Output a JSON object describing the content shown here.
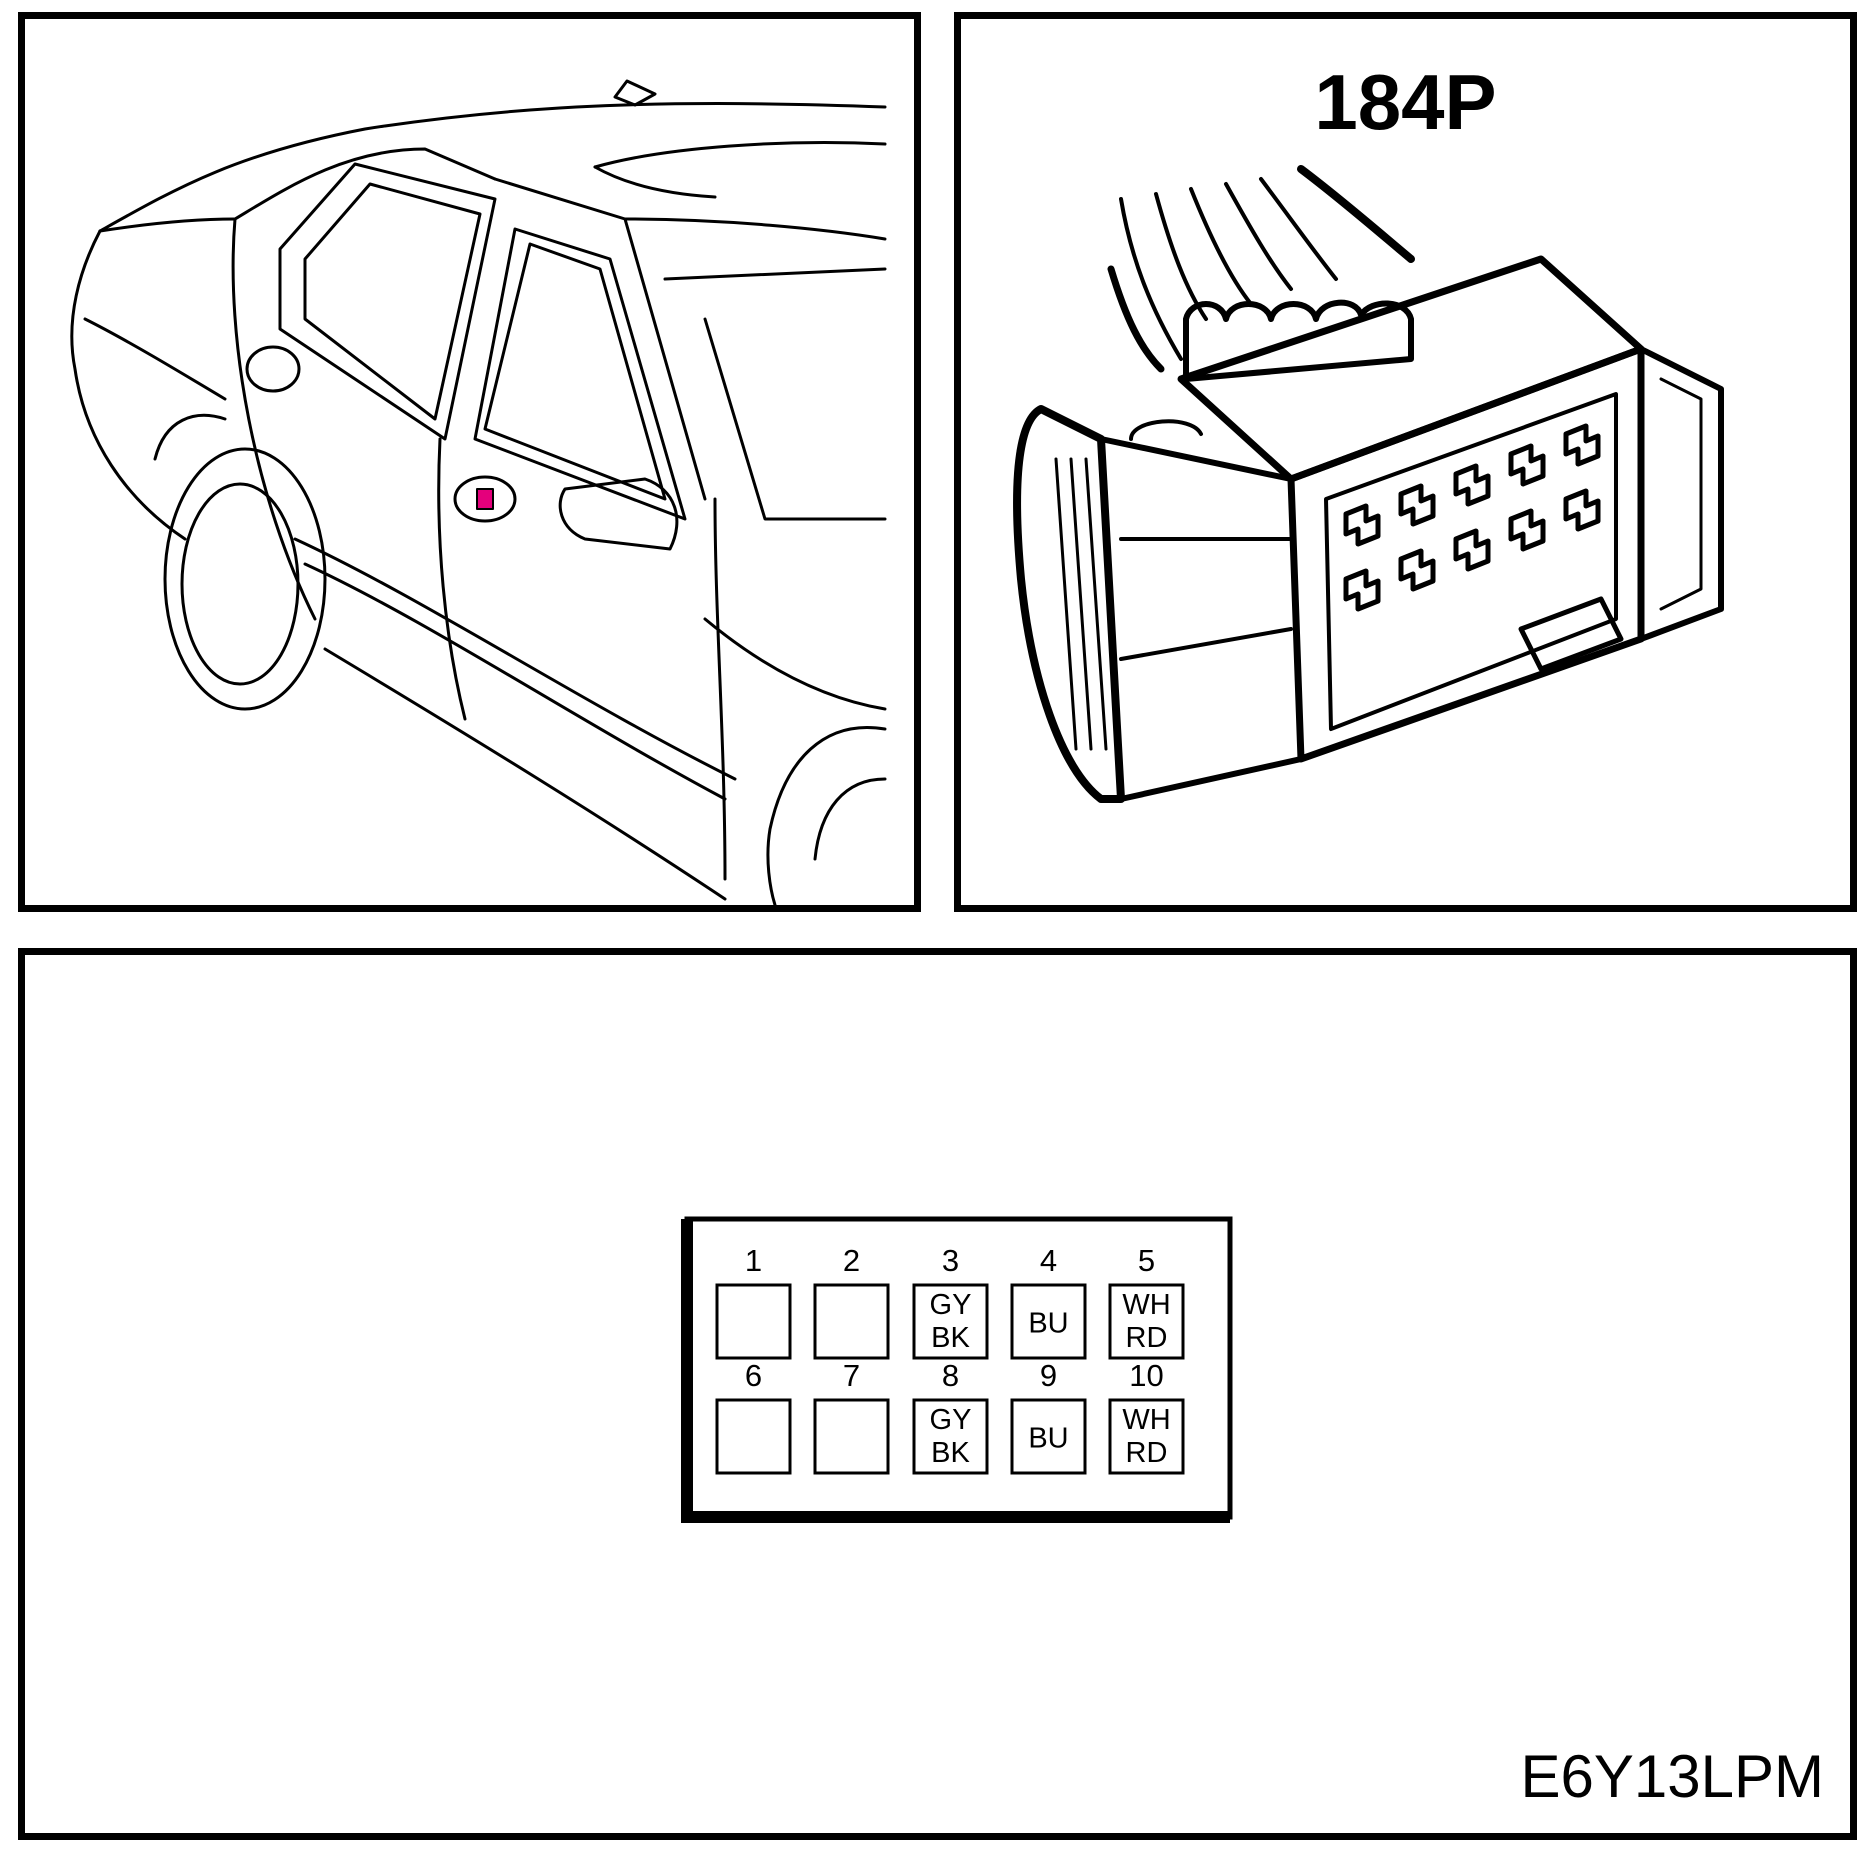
{
  "connector": {
    "title": "184P"
  },
  "diagram_id": "E6Y13LPM",
  "colors": {
    "line": "#000000",
    "highlight": "#e4007c",
    "background": "#ffffff"
  },
  "pins": [
    {
      "num": "1",
      "wire": [
        "",
        ""
      ]
    },
    {
      "num": "2",
      "wire": [
        "",
        ""
      ]
    },
    {
      "num": "3",
      "wire": [
        "GY",
        "BK"
      ]
    },
    {
      "num": "4",
      "wire": [
        "BU",
        ""
      ]
    },
    {
      "num": "5",
      "wire": [
        "WH",
        "RD"
      ]
    },
    {
      "num": "6",
      "wire": [
        "",
        ""
      ]
    },
    {
      "num": "7",
      "wire": [
        "",
        ""
      ]
    },
    {
      "num": "8",
      "wire": [
        "GY",
        "BK"
      ]
    },
    {
      "num": "9",
      "wire": [
        "BU",
        ""
      ]
    },
    {
      "num": "10",
      "wire": [
        "WH",
        "RD"
      ]
    }
  ]
}
